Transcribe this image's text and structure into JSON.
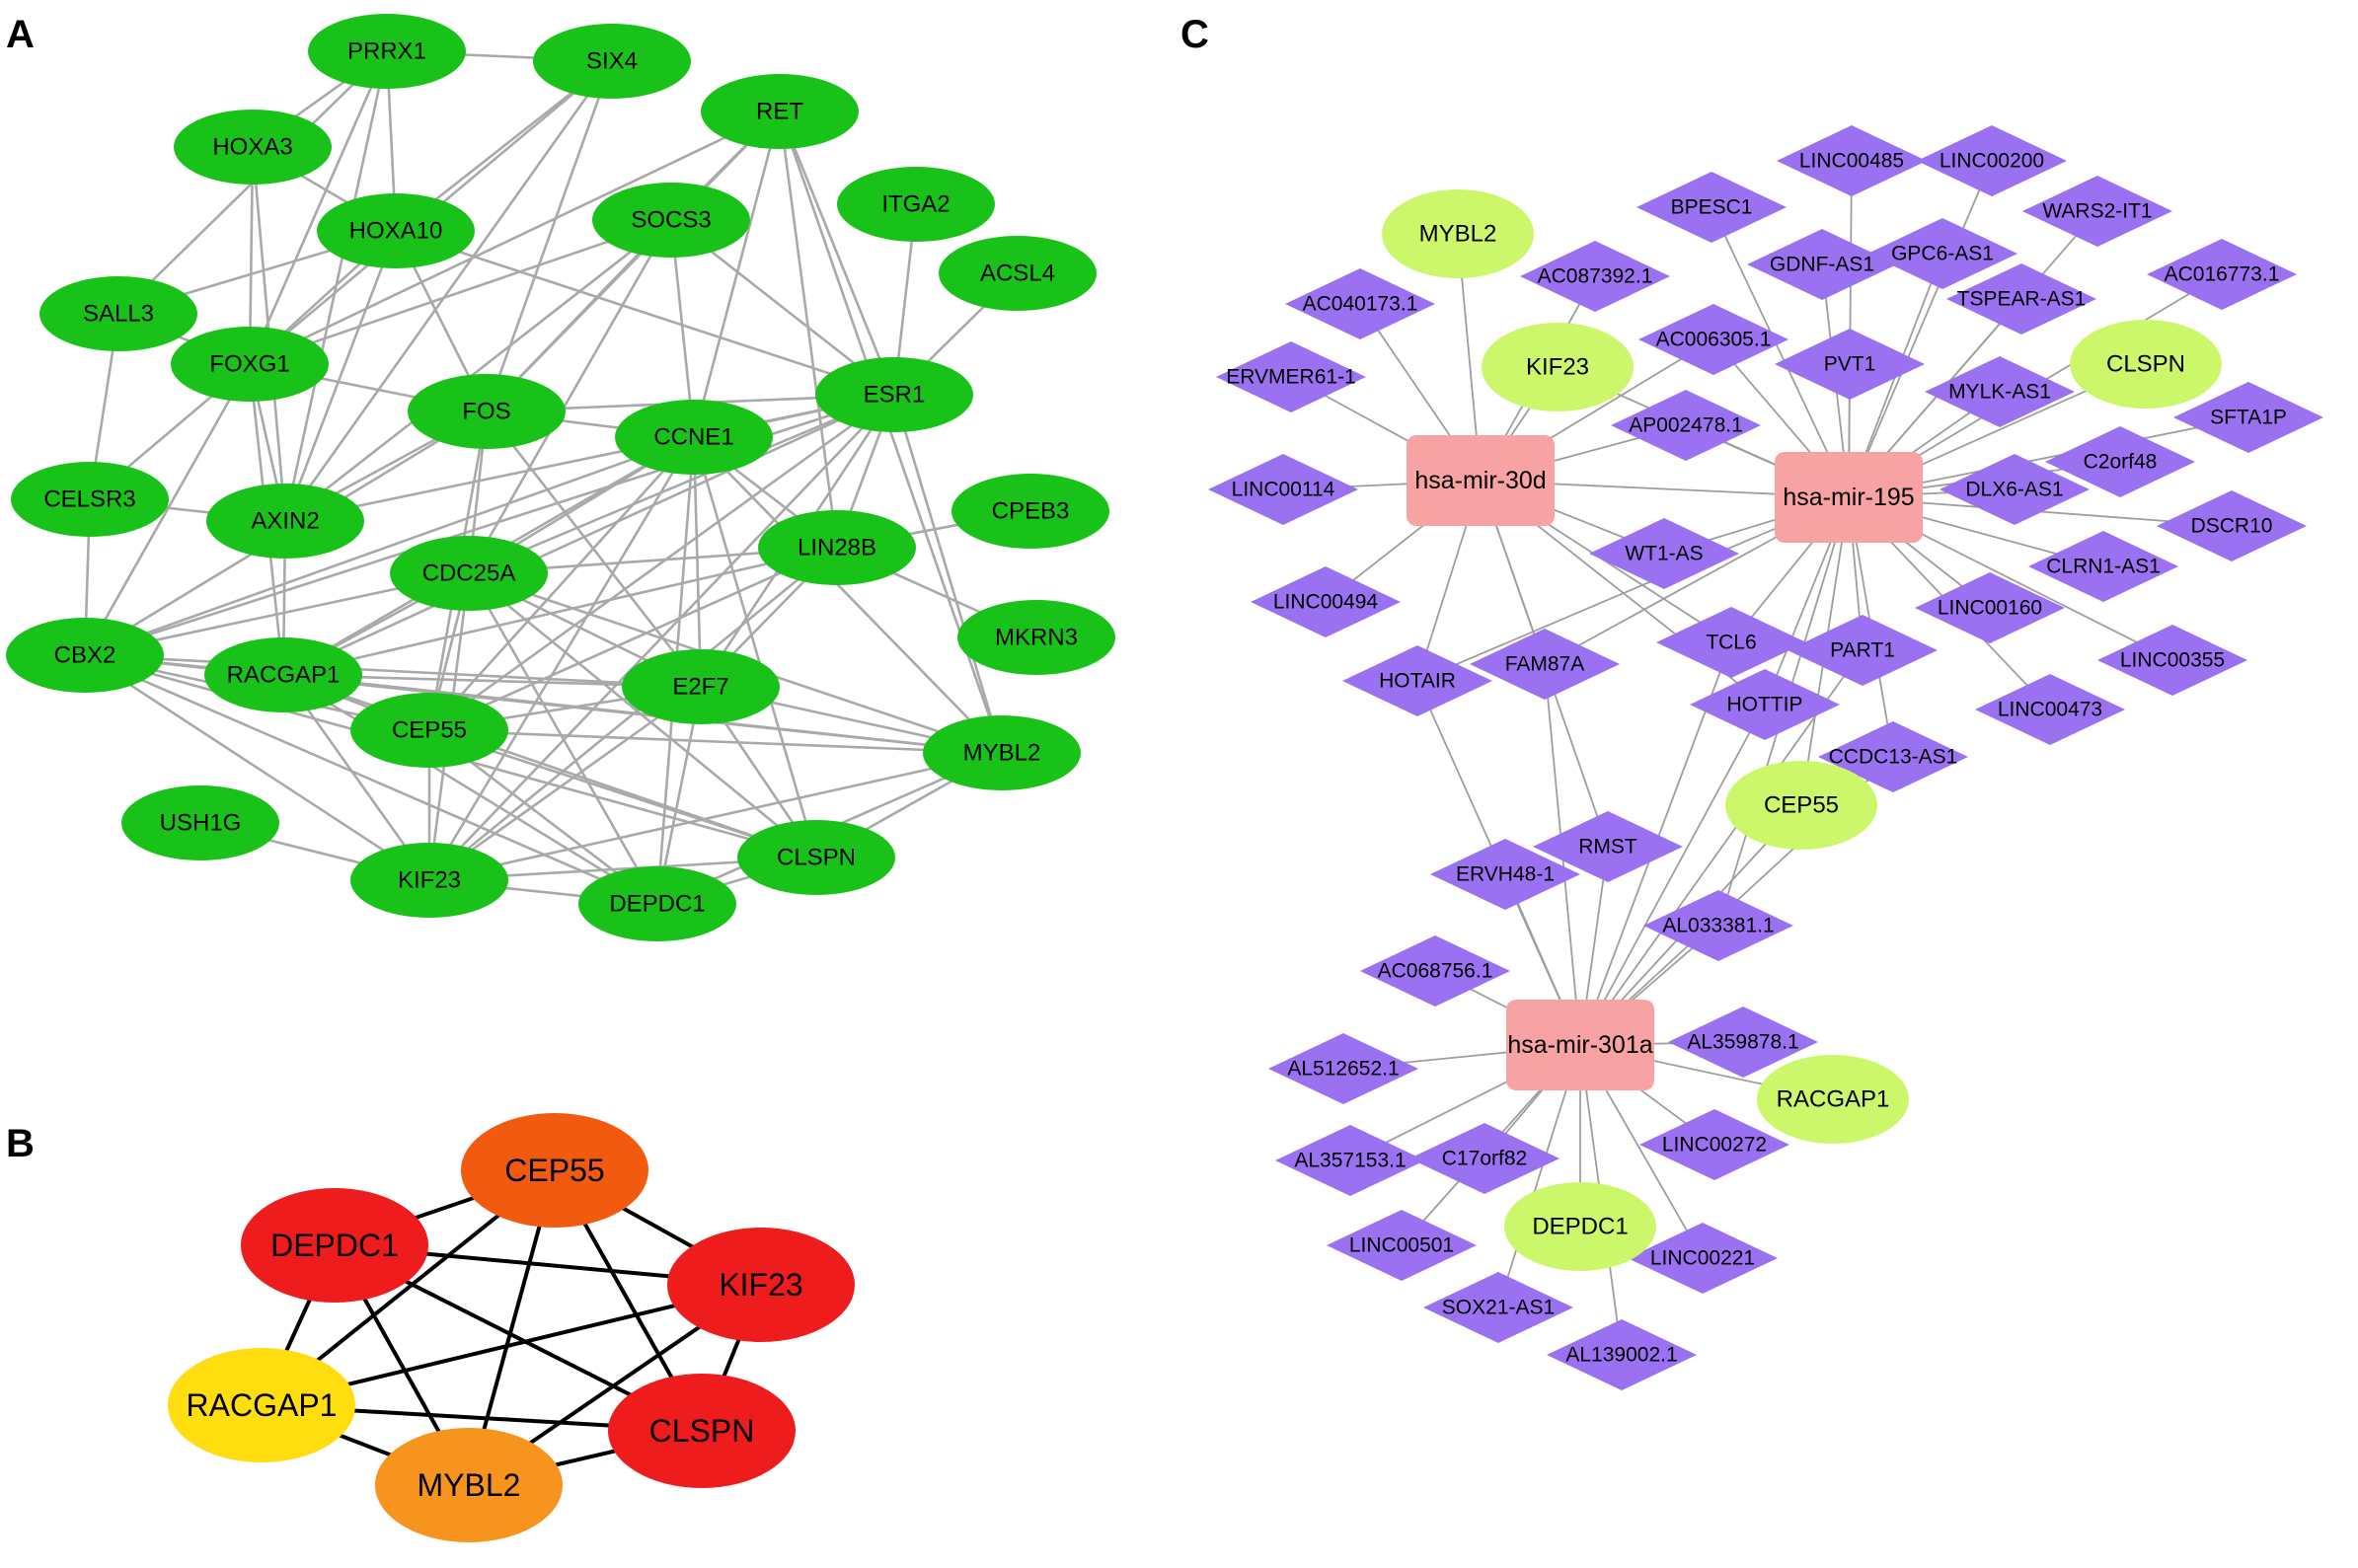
{
  "panels": {
    "a": "A",
    "b": "B",
    "c": "C"
  },
  "colors": {
    "gene_green": "#19c219",
    "hub_red": "#ee1c1c",
    "hub_orange_red": "#f25a10",
    "hub_orange": "#f7941d",
    "hub_yellow": "#ffdd0f",
    "mirna_pink": "#f7a3a3",
    "mrna_lime": "#ccf76a",
    "lncrna_purple": "#9a71f0"
  },
  "panel_a": {
    "nodes": [
      {
        "id": "PRRX1",
        "label": "PRRX1"
      },
      {
        "id": "SIX4",
        "label": "SIX4"
      },
      {
        "id": "RET",
        "label": "RET"
      },
      {
        "id": "HOXA3",
        "label": "HOXA3"
      },
      {
        "id": "ITGA2",
        "label": "ITGA2"
      },
      {
        "id": "HOXA10",
        "label": "HOXA10"
      },
      {
        "id": "SOCS3",
        "label": "SOCS3"
      },
      {
        "id": "ACSL4",
        "label": "ACSL4"
      },
      {
        "id": "SALL3",
        "label": "SALL3"
      },
      {
        "id": "FOXG1",
        "label": "FOXG1"
      },
      {
        "id": "ESR1",
        "label": "ESR1"
      },
      {
        "id": "FOS",
        "label": "FOS"
      },
      {
        "id": "CCNE1",
        "label": "CCNE1"
      },
      {
        "id": "CELSR3",
        "label": "CELSR3"
      },
      {
        "id": "AXIN2",
        "label": "AXIN2"
      },
      {
        "id": "CPEB3",
        "label": "CPEB3"
      },
      {
        "id": "LIN28B",
        "label": "LIN28B"
      },
      {
        "id": "CDC25A",
        "label": "CDC25A"
      },
      {
        "id": "MKRN3",
        "label": "MKRN3"
      },
      {
        "id": "CBX2",
        "label": "CBX2"
      },
      {
        "id": "RACGAP1",
        "label": "RACGAP1"
      },
      {
        "id": "E2F7",
        "label": "E2F7"
      },
      {
        "id": "CEP55",
        "label": "CEP55"
      },
      {
        "id": "MYBL2",
        "label": "MYBL2"
      },
      {
        "id": "USH1G",
        "label": "USH1G"
      },
      {
        "id": "CLSPN",
        "label": "CLSPN"
      },
      {
        "id": "KIF23",
        "label": "KIF23"
      },
      {
        "id": "DEPDC1",
        "label": "DEPDC1"
      }
    ],
    "edges": [
      [
        "PRRX1",
        "SIX4"
      ],
      [
        "PRRX1",
        "HOXA3"
      ],
      [
        "PRRX1",
        "HOXA10"
      ],
      [
        "PRRX1",
        "FOXG1"
      ],
      [
        "PRRX1",
        "SALL3"
      ],
      [
        "PRRX1",
        "AXIN2"
      ],
      [
        "SIX4",
        "HOXA10"
      ],
      [
        "SIX4",
        "FOXG1"
      ],
      [
        "SIX4",
        "FOS"
      ],
      [
        "SIX4",
        "AXIN2"
      ],
      [
        "HOXA3",
        "HOXA10"
      ],
      [
        "HOXA3",
        "FOXG1"
      ],
      [
        "HOXA3",
        "AXIN2"
      ],
      [
        "HOXA10",
        "FOXG1"
      ],
      [
        "HOXA10",
        "ESR1"
      ],
      [
        "HOXA10",
        "SALL3"
      ],
      [
        "HOXA10",
        "FOS"
      ],
      [
        "HOXA10",
        "AXIN2"
      ],
      [
        "RET",
        "SOCS3"
      ],
      [
        "RET",
        "FOS"
      ],
      [
        "RET",
        "FOXG1"
      ],
      [
        "RET",
        "ESR1"
      ],
      [
        "RET",
        "CCNE1"
      ],
      [
        "RET",
        "LIN28B"
      ],
      [
        "RET",
        "MYBL2"
      ],
      [
        "SOCS3",
        "FOS"
      ],
      [
        "SOCS3",
        "CCNE1"
      ],
      [
        "SOCS3",
        "ESR1"
      ],
      [
        "SOCS3",
        "CDC25A"
      ],
      [
        "SOCS3",
        "FOXG1"
      ],
      [
        "SOCS3",
        "AXIN2"
      ],
      [
        "ITGA2",
        "ESR1"
      ],
      [
        "ACSL4",
        "ESR1"
      ],
      [
        "SALL3",
        "FOXG1"
      ],
      [
        "SALL3",
        "CELSR3"
      ],
      [
        "FOXG1",
        "FOS"
      ],
      [
        "FOXG1",
        "CELSR3"
      ],
      [
        "FOXG1",
        "RACGAP1"
      ],
      [
        "FOXG1",
        "CBX2"
      ],
      [
        "FOXG1",
        "AXIN2"
      ],
      [
        "FOS",
        "CCNE1"
      ],
      [
        "FOS",
        "ESR1"
      ],
      [
        "FOS",
        "AXIN2"
      ],
      [
        "FOS",
        "CDC25A"
      ],
      [
        "FOS",
        "E2F7"
      ],
      [
        "FOS",
        "CBX2"
      ],
      [
        "FOS",
        "CEP55"
      ],
      [
        "CCNE1",
        "ESR1"
      ],
      [
        "CCNE1",
        "CDC25A"
      ],
      [
        "CCNE1",
        "E2F7"
      ],
      [
        "CCNE1",
        "CEP55"
      ],
      [
        "CCNE1",
        "CBX2"
      ],
      [
        "CCNE1",
        "RACGAP1"
      ],
      [
        "CCNE1",
        "MYBL2"
      ],
      [
        "CCNE1",
        "KIF23"
      ],
      [
        "CCNE1",
        "CLSPN"
      ],
      [
        "CCNE1",
        "DEPDC1"
      ],
      [
        "CCNE1",
        "LIN28B"
      ],
      [
        "ESR1",
        "LIN28B"
      ],
      [
        "ESR1",
        "CDC25A"
      ],
      [
        "ESR1",
        "E2F7"
      ],
      [
        "ESR1",
        "CBX2"
      ],
      [
        "ESR1",
        "MYBL2"
      ],
      [
        "ESR1",
        "CEP55"
      ],
      [
        "ESR1",
        "KIF23"
      ],
      [
        "ESR1",
        "AXIN2"
      ],
      [
        "ESR1",
        "RACGAP1"
      ],
      [
        "CELSR3",
        "AXIN2"
      ],
      [
        "CELSR3",
        "CBX2"
      ],
      [
        "AXIN2",
        "RACGAP1"
      ],
      [
        "LIN28B",
        "CPEB3"
      ],
      [
        "LIN28B",
        "MKRN3"
      ],
      [
        "LIN28B",
        "CDC25A"
      ],
      [
        "LIN28B",
        "E2F7"
      ],
      [
        "LIN28B",
        "CEP55"
      ],
      [
        "LIN28B",
        "KIF23"
      ],
      [
        "LIN28B",
        "RACGAP1"
      ],
      [
        "CDC25A",
        "CEP55"
      ],
      [
        "CDC25A",
        "E2F7"
      ],
      [
        "CDC25A",
        "CBX2"
      ],
      [
        "CDC25A",
        "RACGAP1"
      ],
      [
        "CDC25A",
        "MYBL2"
      ],
      [
        "CDC25A",
        "CLSPN"
      ],
      [
        "CDC25A",
        "KIF23"
      ],
      [
        "CDC25A",
        "DEPDC1"
      ],
      [
        "CBX2",
        "RACGAP1"
      ],
      [
        "CBX2",
        "CEP55"
      ],
      [
        "CBX2",
        "E2F7"
      ],
      [
        "CBX2",
        "MYBL2"
      ],
      [
        "CBX2",
        "KIF23"
      ],
      [
        "CBX2",
        "DEPDC1"
      ],
      [
        "CBX2",
        "CLSPN"
      ],
      [
        "RACGAP1",
        "CEP55"
      ],
      [
        "RACGAP1",
        "E2F7"
      ],
      [
        "RACGAP1",
        "MYBL2"
      ],
      [
        "RACGAP1",
        "KIF23"
      ],
      [
        "RACGAP1",
        "DEPDC1"
      ],
      [
        "RACGAP1",
        "CLSPN"
      ],
      [
        "E2F7",
        "CEP55"
      ],
      [
        "E2F7",
        "MYBL2"
      ],
      [
        "E2F7",
        "KIF23"
      ],
      [
        "E2F7",
        "DEPDC1"
      ],
      [
        "E2F7",
        "CLSPN"
      ],
      [
        "CEP55",
        "MYBL2"
      ],
      [
        "CEP55",
        "KIF23"
      ],
      [
        "CEP55",
        "DEPDC1"
      ],
      [
        "CEP55",
        "CLSPN"
      ],
      [
        "MYBL2",
        "CLSPN"
      ],
      [
        "MYBL2",
        "DEPDC1"
      ],
      [
        "MYBL2",
        "KIF23"
      ],
      [
        "CLSPN",
        "DEPDC1"
      ],
      [
        "CLSPN",
        "KIF23"
      ],
      [
        "KIF23",
        "DEPDC1"
      ],
      [
        "KIF23",
        "USH1G"
      ]
    ]
  },
  "panel_b": {
    "nodes": [
      {
        "id": "CEP55",
        "label": "CEP55",
        "color": "hub_orange_red"
      },
      {
        "id": "DEPDC1",
        "label": "DEPDC1",
        "color": "hub_red"
      },
      {
        "id": "KIF23",
        "label": "KIF23",
        "color": "hub_red"
      },
      {
        "id": "RACGAP1",
        "label": "RACGAP1",
        "color": "hub_yellow"
      },
      {
        "id": "CLSPN",
        "label": "CLSPN",
        "color": "hub_red"
      },
      {
        "id": "MYBL2",
        "label": "MYBL2",
        "color": "hub_orange"
      }
    ],
    "edges": [
      [
        "CEP55",
        "DEPDC1"
      ],
      [
        "CEP55",
        "KIF23"
      ],
      [
        "CEP55",
        "RACGAP1"
      ],
      [
        "CEP55",
        "CLSPN"
      ],
      [
        "CEP55",
        "MYBL2"
      ],
      [
        "DEPDC1",
        "KIF23"
      ],
      [
        "DEPDC1",
        "RACGAP1"
      ],
      [
        "DEPDC1",
        "CLSPN"
      ],
      [
        "DEPDC1",
        "MYBL2"
      ],
      [
        "KIF23",
        "RACGAP1"
      ],
      [
        "KIF23",
        "CLSPN"
      ],
      [
        "KIF23",
        "MYBL2"
      ],
      [
        "RACGAP1",
        "CLSPN"
      ],
      [
        "RACGAP1",
        "MYBL2"
      ],
      [
        "CLSPN",
        "MYBL2"
      ]
    ]
  },
  "panel_c": {
    "mirnas": [
      {
        "id": "m30d",
        "label": "hsa-mir-30d"
      },
      {
        "id": "m195",
        "label": "hsa-mir-195"
      },
      {
        "id": "m301a",
        "label": "hsa-mir-301a"
      }
    ],
    "mrnas": [
      {
        "id": "MYBL2",
        "label": "MYBL2"
      },
      {
        "id": "KIF23",
        "label": "KIF23"
      },
      {
        "id": "CLSPN",
        "label": "CLSPN"
      },
      {
        "id": "CEP55",
        "label": "CEP55"
      },
      {
        "id": "RACGAP1",
        "label": "RACGAP1"
      },
      {
        "id": "DEPDC1",
        "label": "DEPDC1"
      }
    ],
    "lncrnas": [
      {
        "id": "LINC00485",
        "label": "LINC00485"
      },
      {
        "id": "LINC00200",
        "label": "LINC00200"
      },
      {
        "id": "BPESC1",
        "label": "BPESC1"
      },
      {
        "id": "WARS2-IT1",
        "label": "WARS2-IT1"
      },
      {
        "id": "AC087392.1",
        "label": "AC087392.1"
      },
      {
        "id": "GDNF-AS1",
        "label": "GDNF-AS1"
      },
      {
        "id": "GPC6-AS1",
        "label": "GPC6-AS1"
      },
      {
        "id": "AC016773.1",
        "label": "AC016773.1"
      },
      {
        "id": "AC040173.1",
        "label": "AC040173.1"
      },
      {
        "id": "TSPEAR-AS1",
        "label": "TSPEAR-AS1"
      },
      {
        "id": "AC006305.1",
        "label": "AC006305.1"
      },
      {
        "id": "ERVMER61-1",
        "label": "ERVMER61-1"
      },
      {
        "id": "PVT1",
        "label": "PVT1"
      },
      {
        "id": "MYLK-AS1",
        "label": "MYLK-AS1"
      },
      {
        "id": "SFTA1P",
        "label": "SFTA1P"
      },
      {
        "id": "AP002478.1",
        "label": "AP002478.1"
      },
      {
        "id": "C2orf48",
        "label": "C2orf48"
      },
      {
        "id": "LINC00114",
        "label": "LINC00114"
      },
      {
        "id": "DLX6-AS1",
        "label": "DLX6-AS1"
      },
      {
        "id": "DSCR10",
        "label": "DSCR10"
      },
      {
        "id": "WT1-AS",
        "label": "WT1-AS"
      },
      {
        "id": "CLRN1-AS1",
        "label": "CLRN1-AS1"
      },
      {
        "id": "LINC00494",
        "label": "LINC00494"
      },
      {
        "id": "LINC00160",
        "label": "LINC00160"
      },
      {
        "id": "TCL6",
        "label": "TCL6"
      },
      {
        "id": "LINC00355",
        "label": "LINC00355"
      },
      {
        "id": "HOTAIR",
        "label": "HOTAIR"
      },
      {
        "id": "FAM87A",
        "label": "FAM87A"
      },
      {
        "id": "PART1",
        "label": "PART1"
      },
      {
        "id": "HOTTIP",
        "label": "HOTTIP"
      },
      {
        "id": "LINC00473",
        "label": "LINC00473"
      },
      {
        "id": "CCDC13-AS1",
        "label": "CCDC13-AS1"
      },
      {
        "id": "RMST",
        "label": "RMST"
      },
      {
        "id": "ERVH48-1",
        "label": "ERVH48-1"
      },
      {
        "id": "AL033381.1",
        "label": "AL033381.1"
      },
      {
        "id": "AC068756.1",
        "label": "AC068756.1"
      },
      {
        "id": "AL359878.1",
        "label": "AL359878.1"
      },
      {
        "id": "AL512652.1",
        "label": "AL512652.1"
      },
      {
        "id": "LINC00272",
        "label": "LINC00272"
      },
      {
        "id": "AL357153.1",
        "label": "AL357153.1"
      },
      {
        "id": "C17orf82",
        "label": "C17orf82"
      },
      {
        "id": "LINC00501",
        "label": "LINC00501"
      },
      {
        "id": "LINC00221",
        "label": "LINC00221"
      },
      {
        "id": "SOX21-AS1",
        "label": "SOX21-AS1"
      },
      {
        "id": "AL139002.1",
        "label": "AL139002.1"
      }
    ],
    "edges": [
      [
        "m30d",
        "MYBL2"
      ],
      [
        "m30d",
        "KIF23"
      ],
      [
        "m30d",
        "AC040173.1"
      ],
      [
        "m30d",
        "ERVMER61-1"
      ],
      [
        "m30d",
        "LINC00114"
      ],
      [
        "m30d",
        "LINC00494"
      ],
      [
        "m30d",
        "HOTAIR"
      ],
      [
        "m30d",
        "FAM87A"
      ],
      [
        "m30d",
        "TCL6"
      ],
      [
        "m30d",
        "WT1-AS"
      ],
      [
        "m30d",
        "AP002478.1"
      ],
      [
        "m30d",
        "AC006305.1"
      ],
      [
        "m30d",
        "AC087392.1"
      ],
      [
        "m30d",
        "HOTTIP"
      ],
      [
        "m30d",
        "RMST"
      ],
      [
        "m30d",
        "m195"
      ],
      [
        "m195",
        "CLSPN"
      ],
      [
        "m195",
        "KIF23"
      ],
      [
        "m195",
        "LINC00485"
      ],
      [
        "m195",
        "LINC00200"
      ],
      [
        "m195",
        "BPESC1"
      ],
      [
        "m195",
        "WARS2-IT1"
      ],
      [
        "m195",
        "GDNF-AS1"
      ],
      [
        "m195",
        "GPC6-AS1"
      ],
      [
        "m195",
        "AC016773.1"
      ],
      [
        "m195",
        "TSPEAR-AS1"
      ],
      [
        "m195",
        "AC006305.1"
      ],
      [
        "m195",
        "PVT1"
      ],
      [
        "m195",
        "MYLK-AS1"
      ],
      [
        "m195",
        "SFTA1P"
      ],
      [
        "m195",
        "AP002478.1"
      ],
      [
        "m195",
        "C2orf48"
      ],
      [
        "m195",
        "DLX6-AS1"
      ],
      [
        "m195",
        "DSCR10"
      ],
      [
        "m195",
        "CLRN1-AS1"
      ],
      [
        "m195",
        "LINC00160"
      ],
      [
        "m195",
        "LINC00355"
      ],
      [
        "m195",
        "LINC00473"
      ],
      [
        "m195",
        "PART1"
      ],
      [
        "m195",
        "HOTTIP"
      ],
      [
        "m195",
        "CCDC13-AS1"
      ],
      [
        "m195",
        "TCL6"
      ],
      [
        "m195",
        "FAM87A"
      ],
      [
        "m195",
        "WT1-AS"
      ],
      [
        "m195",
        "CEP55"
      ],
      [
        "m195",
        "AL033381.1"
      ],
      [
        "m195",
        "HOTAIR"
      ],
      [
        "m301a",
        "CEP55"
      ],
      [
        "m301a",
        "RACGAP1"
      ],
      [
        "m301a",
        "DEPDC1"
      ],
      [
        "m301a",
        "ERVH48-1"
      ],
      [
        "m301a",
        "RMST"
      ],
      [
        "m301a",
        "AL033381.1"
      ],
      [
        "m301a",
        "AC068756.1"
      ],
      [
        "m301a",
        "AL359878.1"
      ],
      [
        "m301a",
        "AL512652.1"
      ],
      [
        "m301a",
        "LINC00272"
      ],
      [
        "m301a",
        "AL357153.1"
      ],
      [
        "m301a",
        "C17orf82"
      ],
      [
        "m301a",
        "LINC00501"
      ],
      [
        "m301a",
        "LINC00221"
      ],
      [
        "m301a",
        "SOX21-AS1"
      ],
      [
        "m301a",
        "AL139002.1"
      ],
      [
        "m301a",
        "HOTAIR"
      ],
      [
        "m301a",
        "FAM87A"
      ],
      [
        "m301a",
        "PART1"
      ],
      [
        "m301a",
        "HOTTIP"
      ],
      [
        "m301a",
        "CCDC13-AS1"
      ],
      [
        "m301a",
        "TCL6"
      ]
    ]
  }
}
